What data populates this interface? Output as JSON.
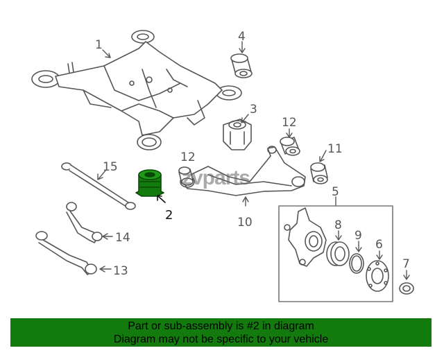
{
  "watermark": "zvparts",
  "callouts": [
    {
      "id": "1",
      "label": "1"
    },
    {
      "id": "2",
      "label": "2"
    },
    {
      "id": "3",
      "label": "3"
    },
    {
      "id": "4",
      "label": "4"
    },
    {
      "id": "5",
      "label": "5"
    },
    {
      "id": "6",
      "label": "6"
    },
    {
      "id": "7",
      "label": "7"
    },
    {
      "id": "8",
      "label": "8"
    },
    {
      "id": "9",
      "label": "9"
    },
    {
      "id": "10",
      "label": "10"
    },
    {
      "id": "11",
      "label": "11"
    },
    {
      "id": "12a",
      "label": "12"
    },
    {
      "id": "12b",
      "label": "12"
    },
    {
      "id": "13",
      "label": "13"
    },
    {
      "id": "14",
      "label": "14"
    },
    {
      "id": "15",
      "label": "15"
    }
  ],
  "highlight_part": "2",
  "colors": {
    "highlight": "#137a0e",
    "banner_bg": "#137a0e",
    "line_art": "#555555"
  },
  "banner": {
    "line1": "Part or sub-assembly is #2 in diagram",
    "line2": "Diagram may not be specific to your vehicle"
  }
}
